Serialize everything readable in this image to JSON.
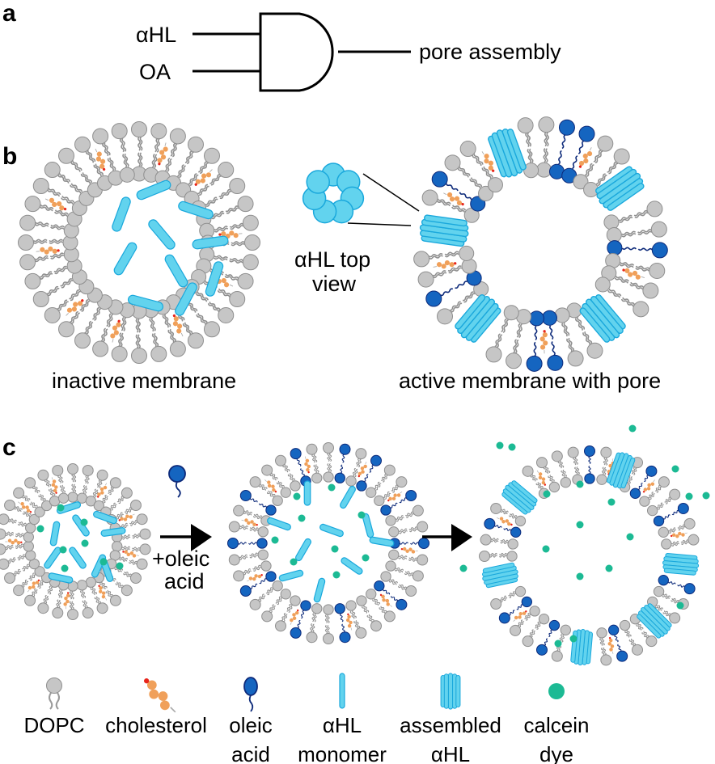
{
  "panels": {
    "a": {
      "label": "a",
      "inputs": [
        "αHL",
        "OA"
      ],
      "gate": "AND",
      "output": "pore assembly"
    },
    "b": {
      "label": "b",
      "inactive_caption": "inactive membrane",
      "active_caption": "active membrane with pore",
      "topview_caption_line1": "αHL top",
      "topview_caption_line2": "view"
    },
    "c": {
      "label": "c",
      "step_label_line1": "+oleic",
      "step_label_line2": "acid"
    }
  },
  "legend": [
    {
      "icon": "dopc-lipid-icon",
      "line1": "DOPC",
      "line2": ""
    },
    {
      "icon": "cholesterol-icon",
      "line1": "cholesterol",
      "line2": ""
    },
    {
      "icon": "oleic-acid-icon",
      "line1": "oleic",
      "line2": "acid"
    },
    {
      "icon": "ahl-monomer-icon",
      "line1": "αHL",
      "line2": "monomer"
    },
    {
      "icon": "assembled-ahl-icon",
      "line1": "assembled",
      "line2": "αHL"
    },
    {
      "icon": "calcein-dye-icon",
      "line1": "calcein",
      "line2": "dye"
    }
  ],
  "colors": {
    "lipid_head": "#c6c6c6",
    "lipid_stroke": "#8f8f8f",
    "cholesterol": "#f0a05a",
    "cholesterol_oh": "#e8251b",
    "oleic_head": "#1565c0",
    "oleic_stroke": "#0d2a7a",
    "ahl_fill": "#62d3ee",
    "ahl_stroke": "#1aa8dc",
    "calcein": "#1cba94",
    "line": "#000000"
  }
}
